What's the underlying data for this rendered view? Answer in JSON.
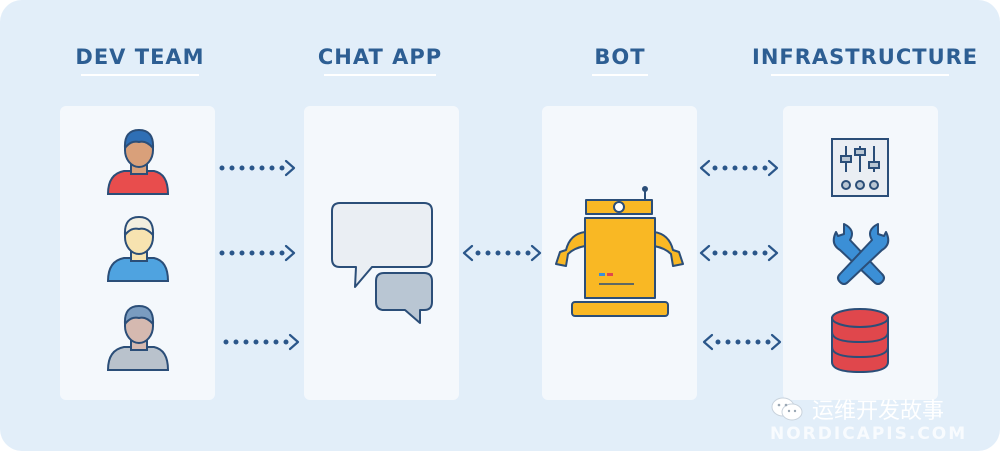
{
  "columns": [
    {
      "title": "DEV TEAM"
    },
    {
      "title": "CHAT APP"
    },
    {
      "title": "BOT"
    },
    {
      "title": "INFRASTRUCTURE"
    }
  ],
  "dev_team": [
    {
      "shirt_color": "#e84d4d",
      "skin_color": "#d9a07a",
      "hair_color": "#2f6fb5"
    },
    {
      "shirt_color": "#4fa3e0",
      "skin_color": "#f7e3b0",
      "hair_color": "#f3efe0"
    },
    {
      "shirt_color": "#b9c2cc",
      "skin_color": "#d5b9b0",
      "hair_color": "#7a9cc0"
    }
  ],
  "infrastructure_icons": [
    "control-panel-icon",
    "tools-icon",
    "database-icon"
  ],
  "colors": {
    "title": "#2d5e93",
    "background": "#e2eef9",
    "panel": "#f4f8fc",
    "bot": "#f9b824",
    "database": "#e0474c",
    "tools": "#3b8fd6",
    "arrow": "#2a568a"
  },
  "watermark": {
    "text": "运维开发故事",
    "source": "NORDICAPIS.COM"
  }
}
